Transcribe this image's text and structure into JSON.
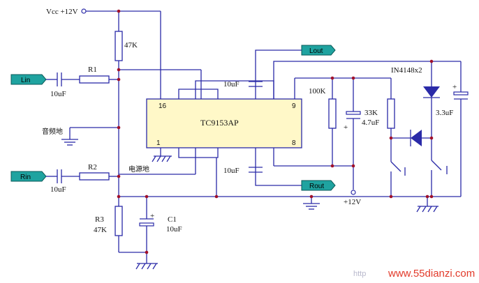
{
  "labels": {
    "vcc": "Vcc +12V",
    "r47k_top": "47K",
    "r1": "R1",
    "c_lin": "10uF",
    "r2": "R2",
    "c_rin": "10uF",
    "audio_gnd": "音频地",
    "power_gnd": "电源地",
    "chip": "TC9153AP",
    "pin16": "16",
    "pin9": "9",
    "pin1": "1",
    "pin8": "8",
    "c_top": "10uF",
    "c_bottom": "10uF",
    "r100k": "100K",
    "r33k": "33K",
    "c47": "4.7uF",
    "diodes": "IN4148x2",
    "c33": "3.3uF",
    "plus12": "+12V",
    "r3": "R3",
    "r3_val": "47K",
    "c1": "C1",
    "c1_val": "10uF"
  },
  "ports": {
    "lin": "Lin",
    "rin": "Rin",
    "lout": "Lout",
    "rout": "Rout"
  },
  "watermark": {
    "prefix": "http",
    "site": "www.55dianzi.com"
  },
  "colors": {
    "wire": "#2a2aa8",
    "port_fill": "#1fa3a0",
    "node": "#a0102a",
    "watermark": "#e23a2a"
  }
}
